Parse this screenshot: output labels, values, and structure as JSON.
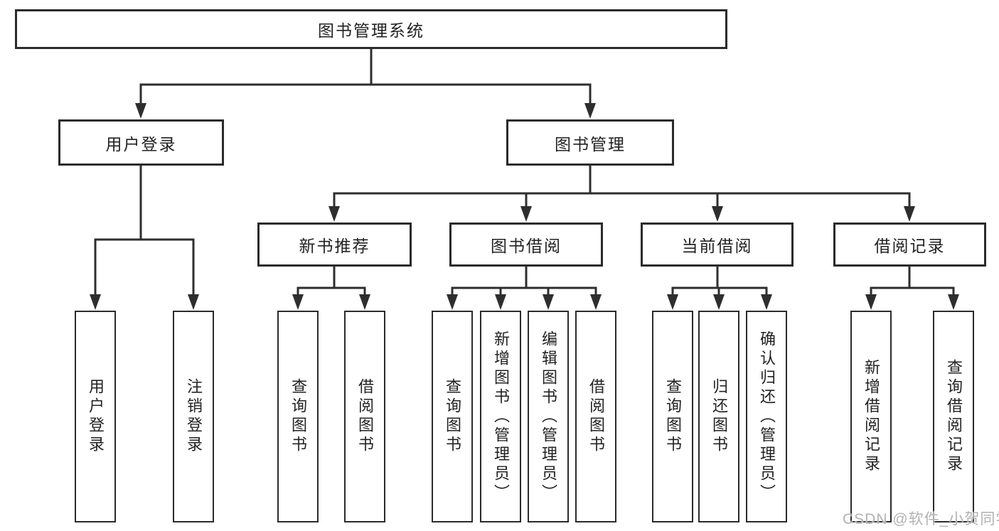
{
  "diagram": {
    "background": "#ffffff",
    "line_color": "#2e2e2e",
    "box_border_color": "#2b2b2b",
    "box_fill": "#ffffff",
    "text_color": "#222222",
    "watermark": {
      "text": "CSDN @软件_小贺同学",
      "color": "#b2b2b2"
    }
  },
  "tree": {
    "root": {
      "label": "图书管理系统"
    },
    "level2": [
      {
        "label": "用户登录",
        "children": [
          {
            "label": "用户登录"
          },
          {
            "label": "注销登录"
          }
        ]
      },
      {
        "label": "图书管理",
        "groups": [
          {
            "label": "新书推荐",
            "children": [
              {
                "label": "查询图书"
              },
              {
                "label": "借阅图书"
              }
            ]
          },
          {
            "label": "图书借阅",
            "children": [
              {
                "label": "查询图书"
              },
              {
                "label": "新增图书（管理员）"
              },
              {
                "label": "编辑图书（管理员）"
              },
              {
                "label": "借阅图书"
              }
            ]
          },
          {
            "label": "当前借阅",
            "children": [
              {
                "label": "查询图书"
              },
              {
                "label": "归还图书"
              },
              {
                "label": "确认归还（管理员）"
              }
            ]
          },
          {
            "label": "借阅记录",
            "children": [
              {
                "label": "新增借阅记录"
              },
              {
                "label": "查询借阅记录"
              }
            ]
          }
        ]
      }
    ]
  }
}
